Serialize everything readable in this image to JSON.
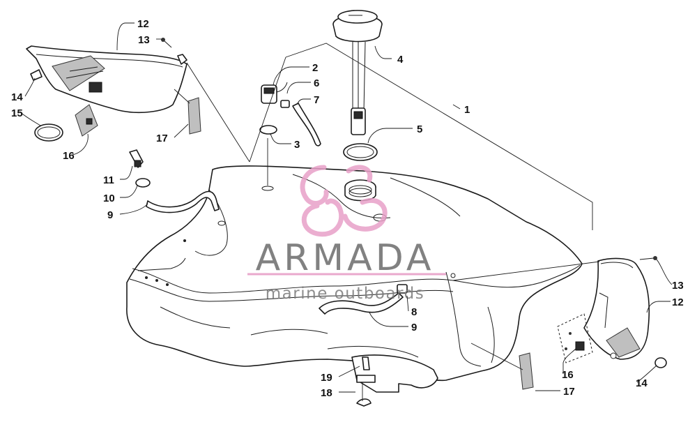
{
  "watermark": {
    "title": "ARMADA",
    "subtitle": "marine outboards",
    "accent": "#e8a0c8",
    "text_color": "#6b6b6b"
  },
  "callouts": {
    "c1": "1",
    "c2": "2",
    "c3": "3",
    "c4": "4",
    "c5": "5",
    "c6": "6",
    "c7": "7",
    "c8": "8",
    "c9_left": "9",
    "c9_right": "9",
    "c10": "10",
    "c11": "11",
    "c12_left": "12",
    "c12_right": "12",
    "c13_left": "13",
    "c13_right": "13",
    "c14_left": "14",
    "c14_right": "14",
    "c15": "15",
    "c16_left": "16",
    "c16_right": "16",
    "c17_left": "17",
    "c17_right": "17",
    "c18": "18",
    "c19": "19"
  }
}
